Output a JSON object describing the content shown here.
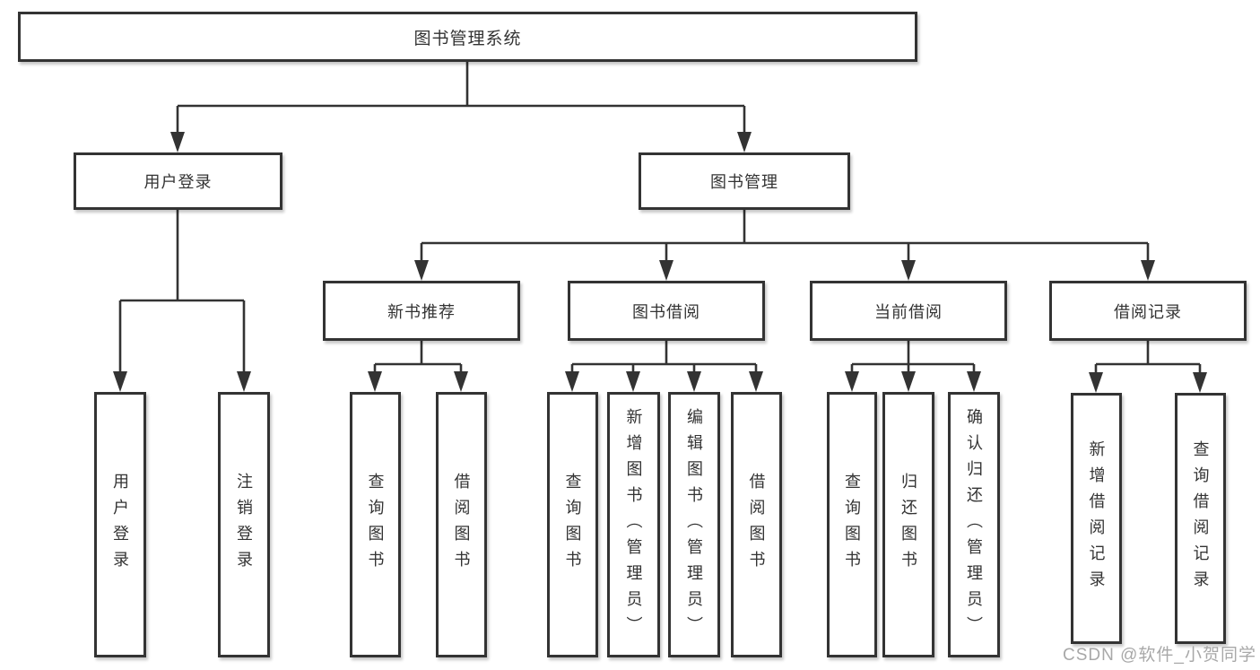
{
  "colors": {
    "line": "#333333",
    "text": "#333333",
    "bg": "#ffffff",
    "watermark": "#a8a8a8"
  },
  "tree": {
    "root": {
      "label": "图书管理系统"
    },
    "branches": [
      {
        "label": "用户登录",
        "children": [
          {
            "label": "用户登录"
          },
          {
            "label": "注销登录"
          }
        ]
      },
      {
        "label": "图书管理",
        "children": [
          {
            "label": "新书推荐",
            "children": [
              {
                "label": "查询图书"
              },
              {
                "label": "借阅图书"
              }
            ]
          },
          {
            "label": "图书借阅",
            "children": [
              {
                "label": "查询图书"
              },
              {
                "label": "新增图书（管理员）"
              },
              {
                "label": "编辑图书（管理员）"
              },
              {
                "label": "借阅图书"
              }
            ]
          },
          {
            "label": "当前借阅",
            "children": [
              {
                "label": "查询图书"
              },
              {
                "label": "归还图书"
              },
              {
                "label": "确认归还（管理员）"
              }
            ]
          },
          {
            "label": "借阅记录",
            "children": [
              {
                "label": "新增借阅记录"
              },
              {
                "label": "查询借阅记录"
              }
            ]
          }
        ]
      }
    ]
  },
  "watermark": {
    "text": "CSDN @软件_小贺同学"
  }
}
